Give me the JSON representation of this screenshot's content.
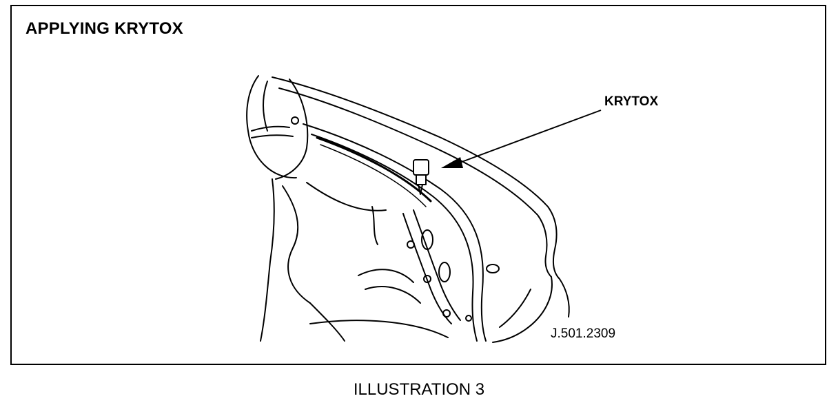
{
  "figure": {
    "title": "APPLYING KRYTOX",
    "callout_label": "KRYTOX",
    "reference_code": "J.501.2309",
    "caption": "ILLUSTRATION 3"
  }
}
